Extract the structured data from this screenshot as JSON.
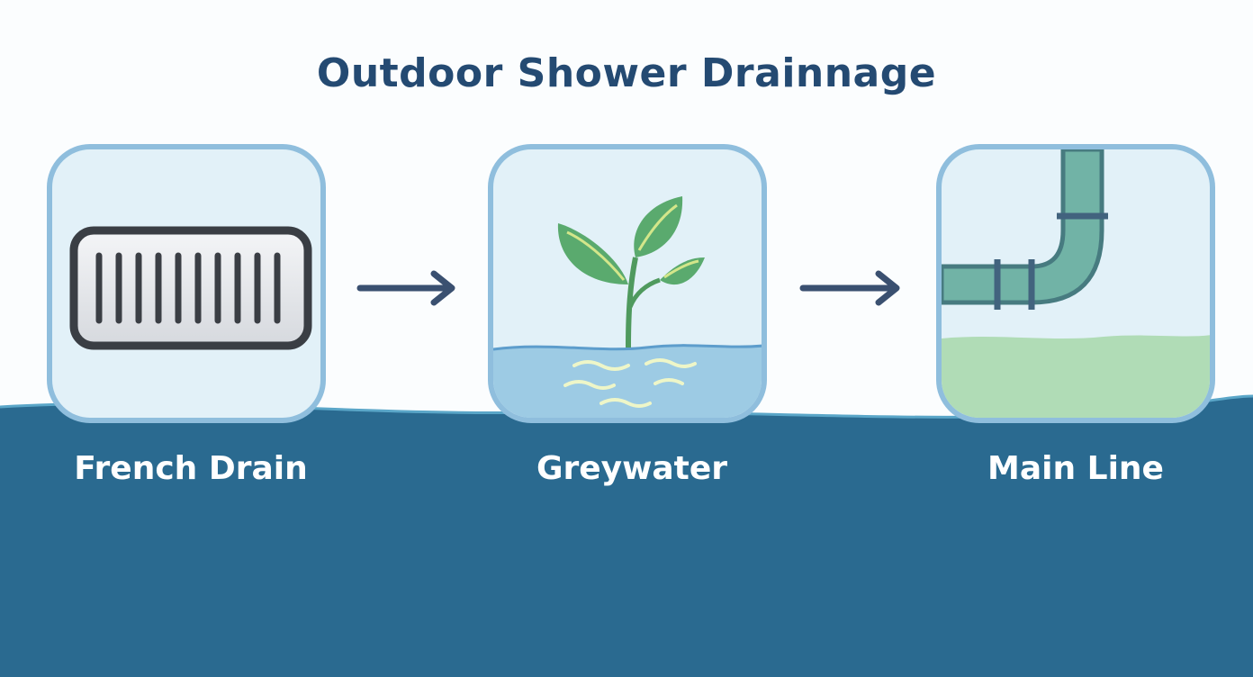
{
  "title": "Outdoor Shower Drainnage",
  "steps": [
    {
      "label": "French Drain",
      "icon": "drain-grate-icon"
    },
    {
      "label": "Greywater",
      "icon": "plant-icon"
    },
    {
      "label": "Main Line",
      "icon": "pipe-icon"
    }
  ],
  "colors": {
    "title": "#244a72",
    "ground": "#2a6a90",
    "card_fill": "#e2f1f8",
    "card_border": "#8fbedd",
    "arrow": "#3a5070"
  }
}
